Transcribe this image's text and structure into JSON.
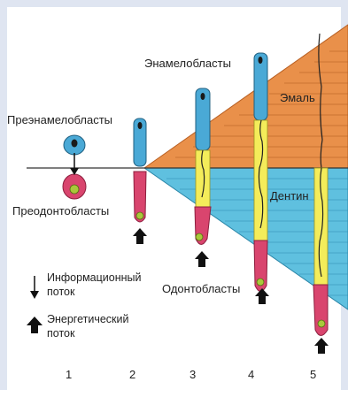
{
  "labels": {
    "preenameloblasts": "Преэнамелобласты",
    "preodontoblasts": "Преодонтобласты",
    "enameloblasts": "Энамелобласты",
    "enamel": "Эмаль",
    "dentin": "Дентин",
    "odontoblasts": "Одонтобласты"
  },
  "legend": {
    "info_line1": "Информационный",
    "info_line2": "поток",
    "energy_line1": "Энергетический",
    "energy_line2": "поток"
  },
  "stages": [
    "1",
    "2",
    "3",
    "4",
    "5"
  ],
  "colors": {
    "enamel": "#e9904a",
    "dentin": "#5fc0df",
    "cell_blue": "#4aa9d6",
    "cell_pink": "#d9456e",
    "nucleus": "#1a1a1a",
    "nucleus_green": "#a9c83a",
    "yellow": "#f4ec5a",
    "border": "#dfe5f1"
  }
}
